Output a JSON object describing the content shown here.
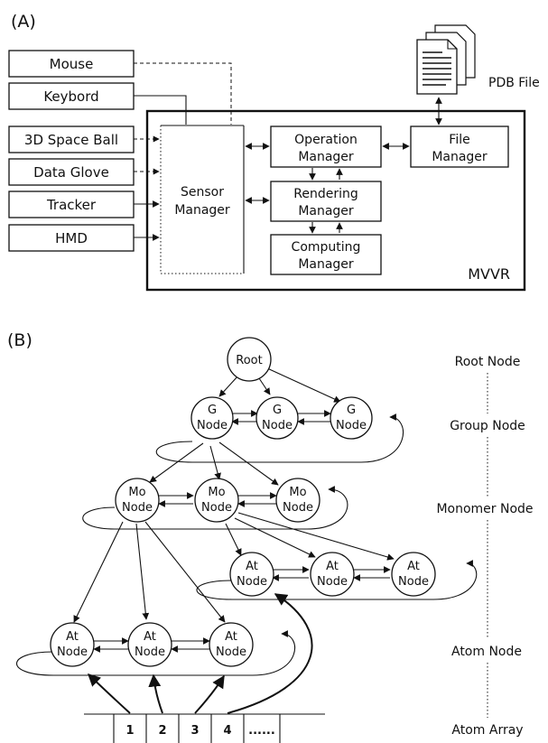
{
  "panel_a": {
    "label": "(A)",
    "devices": [
      "Mouse",
      "Keybord",
      "3D Space Ball",
      "Data Glove",
      "Tracker",
      "HMD"
    ],
    "pdb_label": "PDB File",
    "sensor_manager": [
      "Sensor",
      "Manager"
    ],
    "operation_manager": [
      "Operation",
      "Manager"
    ],
    "rendering_manager": [
      "Rendering",
      "Manager"
    ],
    "computing_manager": [
      "Computing",
      "Manager"
    ],
    "file_manager": [
      "File",
      "Manager"
    ],
    "system_label": "MVVR"
  },
  "panel_b": {
    "label": "(B)",
    "root": "Root",
    "node": "Node",
    "g": "G",
    "mo": "Mo",
    "at": "At",
    "levels": [
      "Root Node",
      "Group Node",
      "Monomer Node",
      "Atom Node",
      "Atom Array"
    ],
    "array_cells": [
      "1",
      "2",
      "3",
      "4",
      "......"
    ]
  }
}
